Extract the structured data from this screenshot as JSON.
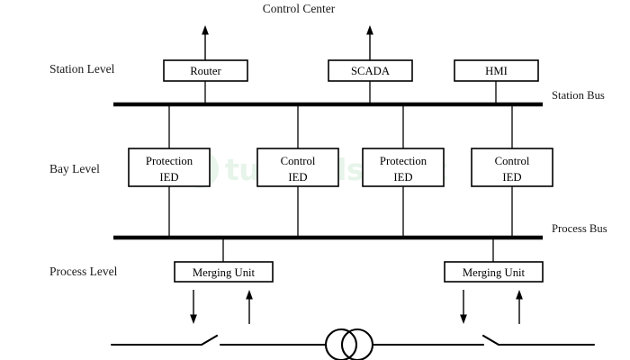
{
  "diagram": {
    "title": "Control Center",
    "level_labels": [
      {
        "id": "station-level",
        "text": "Station Level"
      },
      {
        "id": "bay-level",
        "text": "Bay Level"
      },
      {
        "id": "process-level",
        "text": "Process Level"
      }
    ],
    "bus_labels": [
      {
        "id": "station-bus",
        "text": "Station Bus"
      },
      {
        "id": "process-bus",
        "text": "Process Bus"
      }
    ],
    "station_level_nodes": [
      {
        "id": "router",
        "label": "Router"
      },
      {
        "id": "scada",
        "label": "SCADA"
      },
      {
        "id": "hmi",
        "label": "HMI"
      }
    ],
    "bay_level_nodes": [
      {
        "id": "protection-ied-1",
        "line1": "Protection",
        "line2": "IED"
      },
      {
        "id": "control-ied-1",
        "line1": "Control",
        "line2": "IED"
      },
      {
        "id": "protection-ied-2",
        "line1": "Protection",
        "line2": "IED"
      },
      {
        "id": "control-ied-2",
        "line1": "Control",
        "line2": "IED"
      }
    ],
    "process_level_nodes": [
      {
        "id": "merging-unit-1",
        "label": "Merging Unit"
      },
      {
        "id": "merging-unit-2",
        "label": "Merging Unit"
      }
    ],
    "watermark": {
      "text": "tutorialspoint",
      "color": "#2aa84a"
    },
    "colors": {
      "line": "#000000",
      "text": "#1a1a1a",
      "background": "#ffffff"
    }
  }
}
